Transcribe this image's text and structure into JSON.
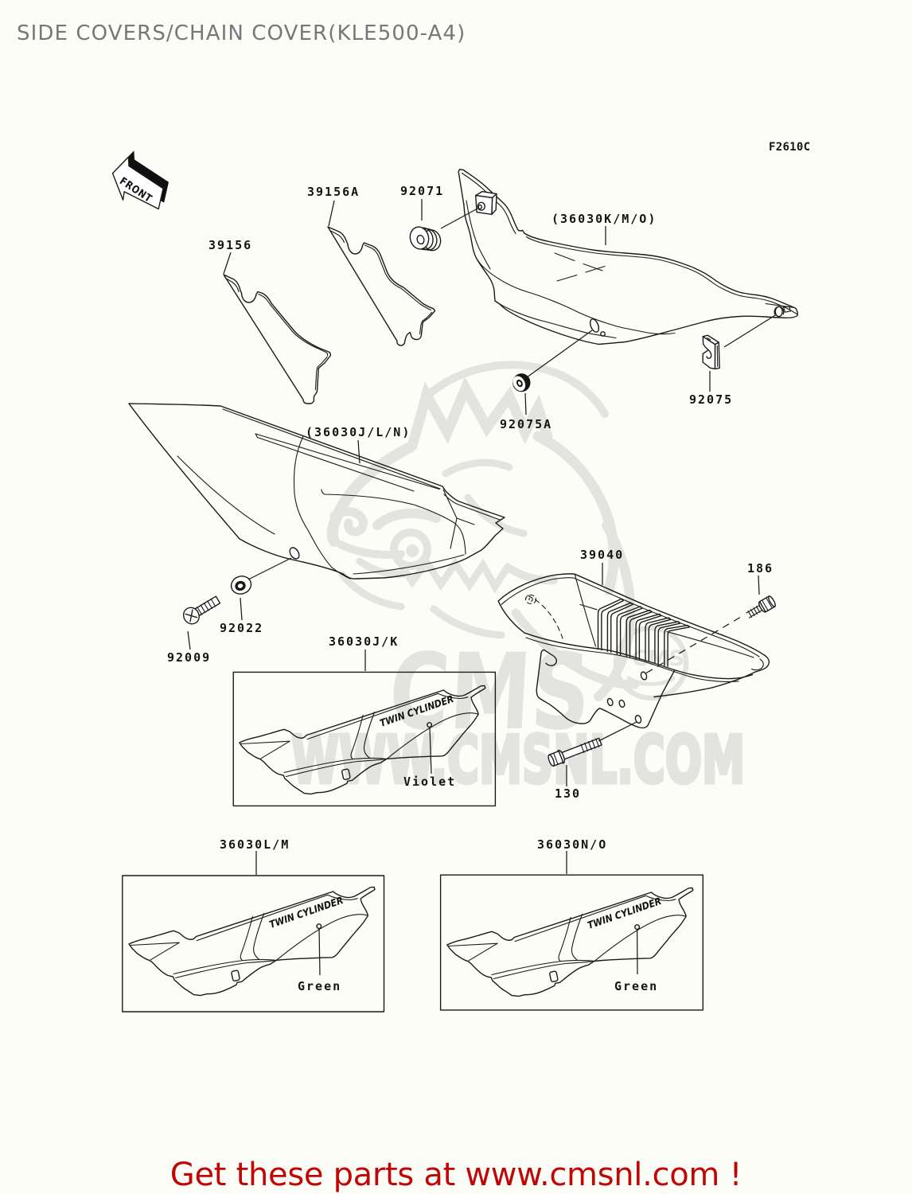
{
  "title": "SIDE COVERS/CHAIN COVER(KLE500-A4)",
  "figure_code": "F2610C",
  "front_arrow": {
    "text": "FRONT"
  },
  "banner": {
    "text": "Get these parts at www.cmsnl.com !",
    "color": "#c10606"
  },
  "watermark": {
    "logo_text": "CMS",
    "badge_text": "CMS",
    "url_text": "WWW.CMSNL.COM"
  },
  "decal": {
    "text": "TWIN CYLINDER"
  },
  "colors": {
    "line": "#1a1a1a",
    "background": "#fcfdf6",
    "watermark": "#e3e4df",
    "banner_red": "#c10606",
    "title_gray": "#76777a"
  },
  "parts": {
    "p39156": {
      "label": "39156"
    },
    "p39156a": {
      "label": "39156A"
    },
    "p92071": {
      "label": "92071"
    },
    "p36030kmo": {
      "label": "(36030K/M/O)"
    },
    "p92075": {
      "label": "92075"
    },
    "p92075a": {
      "label": "92075A"
    },
    "p36030jln": {
      "label": "(36030J/L/N)"
    },
    "p92022": {
      "label": "92022"
    },
    "p92009": {
      "label": "92009"
    },
    "p36030jk": {
      "label": "36030J/K",
      "color_name": "Violet"
    },
    "p39040": {
      "label": "39040"
    },
    "p186": {
      "label": "186"
    },
    "p130": {
      "label": "130"
    },
    "p36030lm": {
      "label": "36030L/M",
      "color_name": "Green"
    },
    "p36030no": {
      "label": "36030N/O",
      "color_name": "Green"
    }
  }
}
